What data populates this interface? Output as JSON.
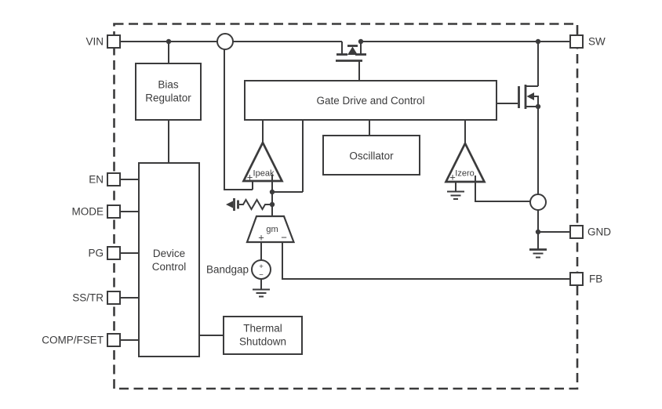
{
  "diagram_type": "ic-functional-block-diagram",
  "colors": {
    "line": "#3b3b3c",
    "text": "#3b3b3c",
    "background": "#ffffff"
  },
  "pins": {
    "left": [
      {
        "label": "VIN"
      },
      {
        "label": "EN"
      },
      {
        "label": "MODE"
      },
      {
        "label": "PG"
      },
      {
        "label": "SS/TR"
      },
      {
        "label": "COMP/FSET"
      }
    ],
    "right": [
      {
        "label": "SW"
      },
      {
        "label": "GND"
      },
      {
        "label": "FB"
      }
    ]
  },
  "blocks": {
    "bias_regulator": [
      "Bias",
      "Regulator"
    ],
    "gate_drive_and_control": [
      "Gate Drive and Control"
    ],
    "oscillator": [
      "Oscillator"
    ],
    "device_control": [
      "Device",
      "Control"
    ],
    "thermal_shutdown": [
      "Thermal",
      "Shutdown"
    ]
  },
  "analog": {
    "ipeak_comparator": {
      "label": "Ipeak",
      "plus": "+"
    },
    "izero_comparator": {
      "label": "Izero",
      "plus": "+"
    },
    "gm_amplifier": {
      "label": "gm",
      "plus": "+",
      "minus": "−"
    },
    "bandgap_reference": {
      "label": "Bandgap",
      "plus": "+",
      "minus": "−"
    }
  }
}
